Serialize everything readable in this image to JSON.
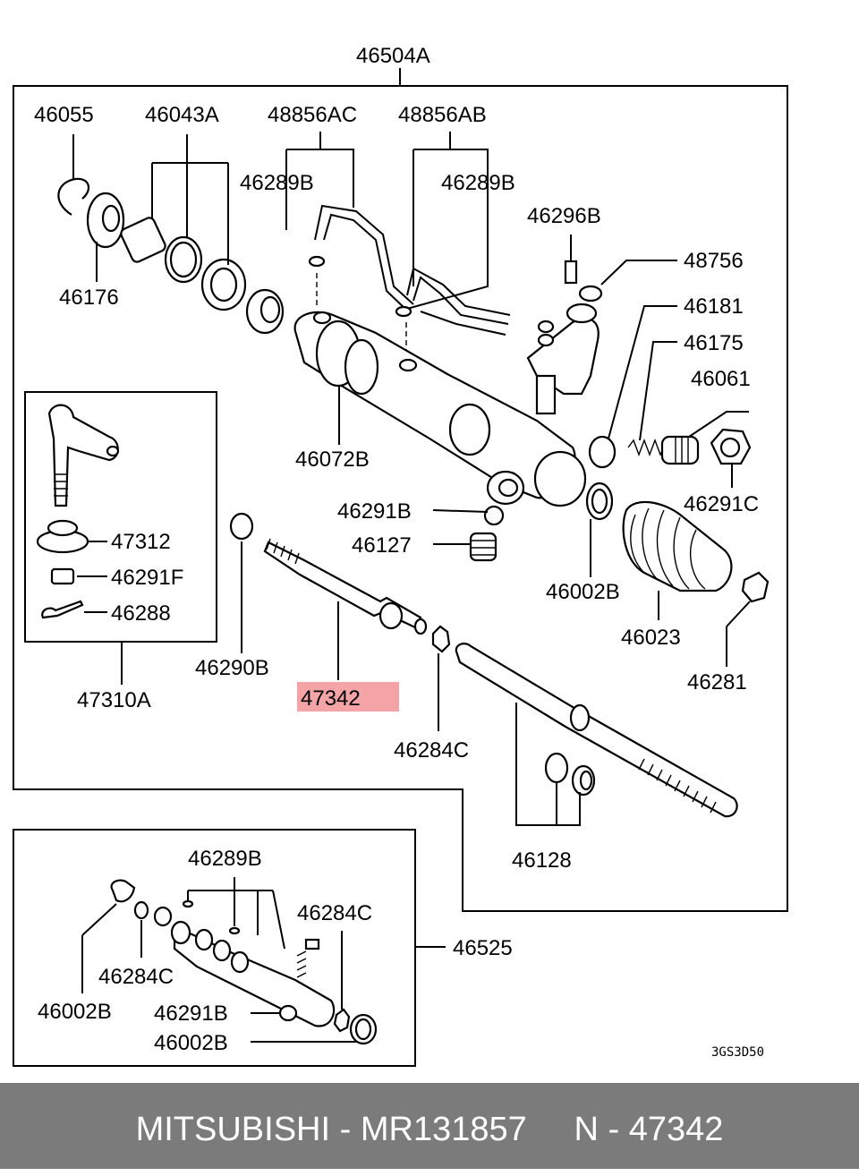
{
  "labels": {
    "l46504A": "46504A",
    "l46055": "46055",
    "l46043A": "46043A",
    "l48856AC": "48856AC",
    "l48856AB": "48856AB",
    "l46289B_1": "46289B",
    "l46289B_2": "46289B",
    "l46296B": "46296B",
    "l48756": "48756",
    "l46176": "46176",
    "l46181": "46181",
    "l46175": "46175",
    "l46061": "46061",
    "l46072B": "46072B",
    "l46291C": "46291C",
    "l46291B_1": "46291B",
    "l46127": "46127",
    "l46002B_1": "46002B",
    "l46023": "46023",
    "l47312": "47312",
    "l46291F": "46291F",
    "l46288": "46288",
    "l46290B": "46290B",
    "l47310A": "47310A",
    "l47342": "47342",
    "l46281": "46281",
    "l46284C_1": "46284C",
    "l46128": "46128",
    "l46289B_3": "46289B",
    "l46284C_2": "46284C",
    "l46525": "46525",
    "l46284C_3": "46284C",
    "l46002B_2": "46002B",
    "l46291B_2": "46291B",
    "l46002B_3": "46002B",
    "diagram_code": "3GS3D50"
  },
  "highlight_color": "#f4a3a6",
  "footer": {
    "text": "MITSUBISHI - MR131857     N - 47342",
    "background": "#7b7b7b"
  }
}
